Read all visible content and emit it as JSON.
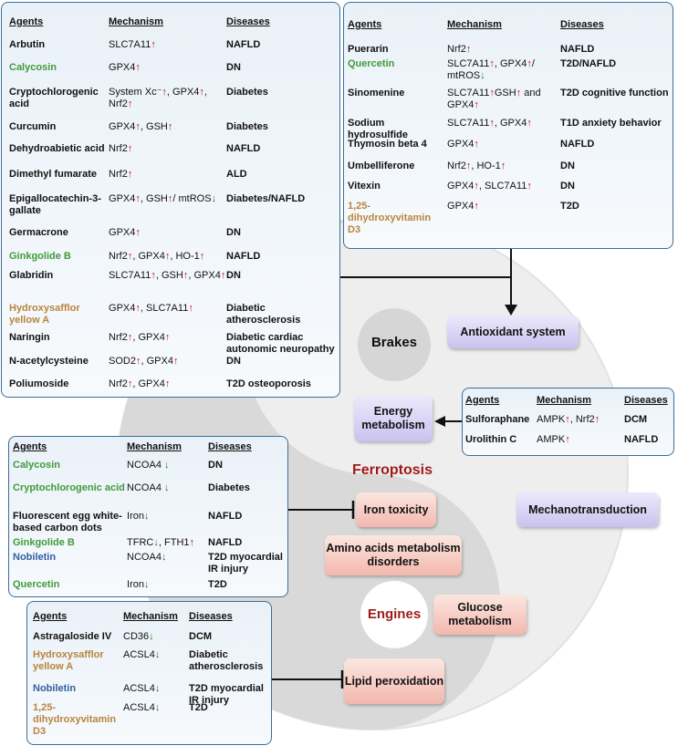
{
  "colors": {
    "green_agent": "#3f9b3a",
    "orange_agent": "#b8843c",
    "blue_agent": "#2f5f9e",
    "up_arrow": "#c0141b",
    "down_arrow": "#1f7a2a",
    "panel_border": "#3d6e96",
    "ferroptosis_red": "#9e1b1b"
  },
  "center": {
    "brakes": "Brakes",
    "ferroptosis": "Ferroptosis",
    "engines": "Engines"
  },
  "boxes": {
    "antioxidant": "Antioxidant system",
    "energy": "Energy metabolism",
    "mechano": "Mechanotransduction",
    "iron": "Iron toxicity",
    "amino": "Amino acids metabolism disorders",
    "glucose": "Glucose metabolism",
    "lipid": "Lipid peroxidation"
  },
  "headers": {
    "agents": "Agents",
    "mechanism": "Mechanism",
    "diseases": "Diseases"
  },
  "panel_tl": [
    {
      "agent": "Arbutin",
      "color": "",
      "mech": "SLC7A11↑",
      "disease": "NAFLD"
    },
    {
      "agent": "Calycosin",
      "color": "green",
      "mech": "GPX4↑",
      "disease": "DN"
    },
    {
      "agent": "Cryptochlorogenic acid",
      "color": "",
      "mech": "System Xc⁻↑, GPX4↑, Nrf2↑",
      "disease": "Diabetes"
    },
    {
      "agent": "Curcumin",
      "color": "",
      "mech": "GPX4↑, GSH↑",
      "disease": "Diabetes"
    },
    {
      "agent": "Dehydroabietic acid",
      "color": "",
      "mech": "Nrf2↑",
      "disease": "NAFLD"
    },
    {
      "agent": "Dimethyl fumarate",
      "color": "",
      "mech": "Nrf2↑",
      "disease": "ALD"
    },
    {
      "agent": "Epigallocatechin-3-gallate",
      "color": "",
      "mech": "GPX4↑, GSH↑/ mtROS↓",
      "disease": "Diabetes/NAFLD"
    },
    {
      "agent": "Germacrone",
      "color": "",
      "mech": "GPX4↑",
      "disease": "DN"
    },
    {
      "agent": "Ginkgolide B",
      "color": "green",
      "mech": "Nrf2↑, GPX4↑, HO-1↑",
      "disease": "NAFLD"
    },
    {
      "agent": "Glabridin",
      "color": "",
      "mech": "SLC7A11↑, GSH↑, GPX4↑",
      "disease": "DN"
    },
    {
      "agent": "Hydroxysafflor yellow A",
      "color": "orange",
      "mech": "GPX4↑, SLC7A11↑",
      "disease": "Diabetic atherosclerosis"
    },
    {
      "agent": "Naringin",
      "color": "",
      "mech": "Nrf2↑, GPX4↑",
      "disease": "Diabetic cardiac autonomic neuropathy"
    },
    {
      "agent": "N-acetylcysteine",
      "color": "",
      "mech": "SOD2↑, GPX4↑",
      "disease": "DN"
    },
    {
      "agent": "Poliumoside",
      "color": "",
      "mech": "Nrf2↑, GPX4↑",
      "disease": "T2D osteoporosis"
    }
  ],
  "panel_tr": [
    {
      "agent": "Puerarin",
      "color": "",
      "mech": "Nrf2↑",
      "disease": "NAFLD"
    },
    {
      "agent": "Quercetin",
      "color": "green",
      "mech": "SLC7A11↑, GPX4↑/ mtROS↓",
      "disease": "T2D/NAFLD"
    },
    {
      "agent": "Sinomenine",
      "color": "",
      "mech": "SLC7A11↑GSH↑ and GPX4↑",
      "disease": "T2D cognitive function"
    },
    {
      "agent": "Sodium hydrosulfide",
      "color": "",
      "mech": "SLC7A11↑, GPX4↑",
      "disease": "T1D anxiety behavior"
    },
    {
      "agent": "Thymosin beta 4",
      "color": "",
      "mech": "GPX4↑",
      "disease": "NAFLD"
    },
    {
      "agent": "Umbelliferone",
      "color": "",
      "mech": "Nrf2↑, HO-1↑",
      "disease": "DN"
    },
    {
      "agent": "Vitexin",
      "color": "",
      "mech": "GPX4↑, SLC7A11↑",
      "disease": "DN"
    },
    {
      "agent": "1,25-dihydroxyvitamin D3",
      "color": "orange",
      "mech": "GPX4↑",
      "disease": "T2D"
    }
  ],
  "panel_mr": [
    {
      "agent": "Sulforaphane",
      "color": "",
      "mech": "AMPK↑, Nrf2↑",
      "disease": "DCM"
    },
    {
      "agent": "Urolithin C",
      "color": "",
      "mech": "AMPK↑",
      "disease": "NAFLD"
    }
  ],
  "panel_ml": [
    {
      "agent": "Calycosin",
      "color": "green",
      "mech": "NCOA4 ↓",
      "disease": "DN"
    },
    {
      "agent": "Cryptochlorogenic acid",
      "color": "green",
      "mech": "NCOA4 ↓",
      "disease": "Diabetes"
    },
    {
      "agent": "Fluorescent egg white-based carbon dots",
      "color": "",
      "mech": "Iron↓",
      "disease": "NAFLD"
    },
    {
      "agent": "Ginkgolide B",
      "color": "green",
      "mech": "TFRC↓, FTH1↑",
      "disease": "NAFLD"
    },
    {
      "agent": "Nobiletin",
      "color": "blue",
      "mech": "NCOA4↓",
      "disease": "T2D myocardial IR injury"
    },
    {
      "agent": "Quercetin",
      "color": "green",
      "mech": "Iron↓",
      "disease": "T2D"
    }
  ],
  "panel_bl": [
    {
      "agent": "Astragaloside IV",
      "color": "",
      "mech": "CD36↓",
      "disease": "DCM"
    },
    {
      "agent": "Hydroxysafflor yellow A",
      "color": "orange",
      "mech": "ACSL4↓",
      "disease": "Diabetic atherosclerosis"
    },
    {
      "agent": "Nobiletin",
      "color": "blue",
      "mech": "ACSL4↓",
      "disease": "T2D myocardial IR injury"
    },
    {
      "agent": "1,25-dihydroxyvitamin D3",
      "color": "orange",
      "mech": "ACSL4↓",
      "disease": "T2D"
    }
  ]
}
